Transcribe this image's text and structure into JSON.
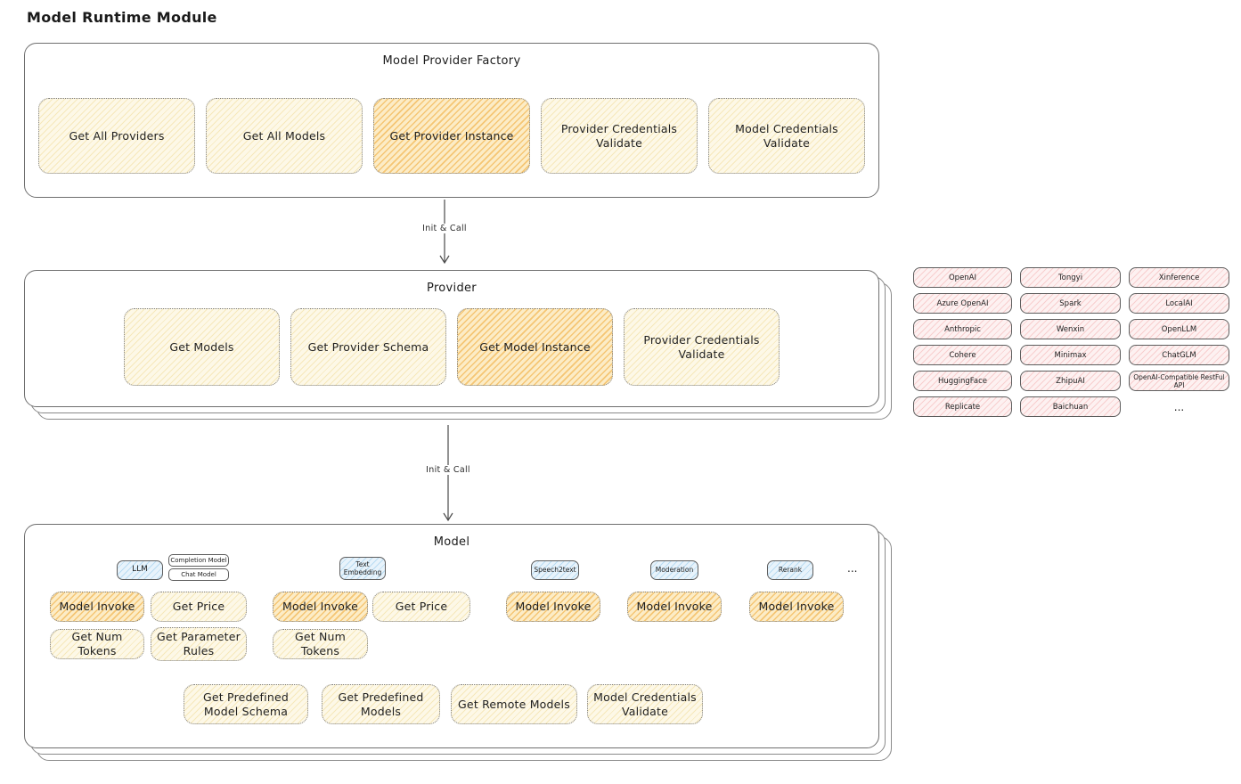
{
  "page": {
    "title": "Model Runtime Module"
  },
  "colors": {
    "node_yellow": "#fff9db",
    "node_highlight_orange": "#ffd8a8",
    "provider_pink": "#ffe3e3",
    "tab_blue": "#d0ebff",
    "frame_border": "#6f6f6f",
    "text": "#1b1b1b"
  },
  "factory": {
    "title": "Model Provider Factory",
    "items": [
      {
        "label": "Get All Providers",
        "highlight": false
      },
      {
        "label": "Get All Models",
        "highlight": false
      },
      {
        "label": "Get Provider Instance",
        "highlight": true
      },
      {
        "label": "Provider Credentials Validate",
        "highlight": false
      },
      {
        "label": "Model Credentials Validate",
        "highlight": false
      }
    ]
  },
  "connections": [
    {
      "label": "Init & Call"
    },
    {
      "label": "Init & Call"
    }
  ],
  "provider": {
    "title": "Provider",
    "items": [
      {
        "label": "Get Models",
        "highlight": false
      },
      {
        "label": "Get Provider Schema",
        "highlight": false
      },
      {
        "label": "Get Model Instance",
        "highlight": true
      },
      {
        "label": "Provider Credentials Validate",
        "highlight": false
      }
    ]
  },
  "providers_panel": {
    "items": [
      "OpenAI",
      "Tongyi",
      "Xinference",
      "Azure OpenAI",
      "Spark",
      "LocalAI",
      "Anthropic",
      "Wenxin",
      "OpenLLM",
      "Cohere",
      "Minimax",
      "ChatGLM",
      "HuggingFace",
      "ZhipuAI",
      "OpenAI-Compatible RestFul API",
      "Replicate",
      "Baichuan"
    ],
    "ellipsis": "..."
  },
  "model": {
    "title": "Model",
    "ellipsis": "...",
    "tabs": [
      {
        "label": "LLM"
      },
      {
        "label": "Completion Model"
      },
      {
        "label": "Chat Model"
      },
      {
        "label": "Text Embedding"
      },
      {
        "label": "Speech2text"
      },
      {
        "label": "Moderation"
      },
      {
        "label": "Rerank"
      }
    ],
    "llm": {
      "buttons": [
        "Model Invoke",
        "Get Price",
        "Get Num Tokens",
        "Get Parameter Rules"
      ]
    },
    "text_embedding": {
      "buttons": [
        "Model Invoke",
        "Get Price",
        "Get Num Tokens"
      ]
    },
    "speech2text": {
      "buttons": [
        "Model Invoke"
      ]
    },
    "moderation": {
      "buttons": [
        "Model Invoke"
      ]
    },
    "rerank": {
      "buttons": [
        "Model Invoke"
      ]
    },
    "shared": [
      "Get Predefined Model Schema",
      "Get Predefined Models",
      "Get Remote Models",
      "Model Credentials Validate"
    ]
  }
}
